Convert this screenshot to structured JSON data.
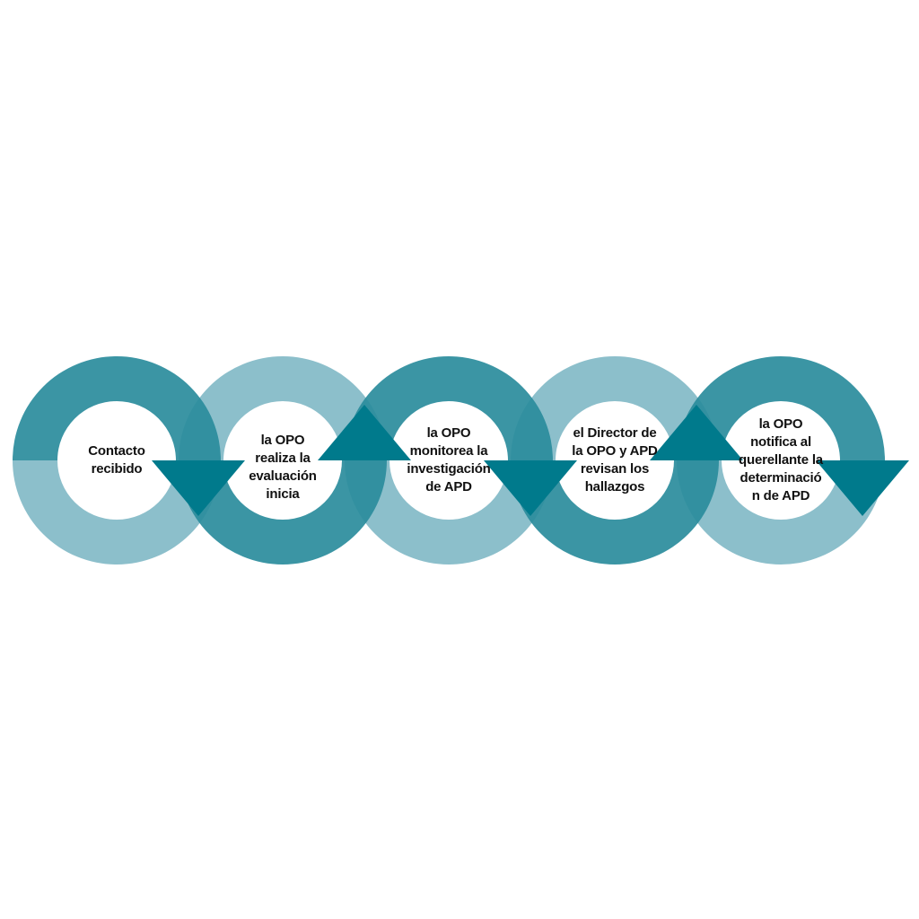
{
  "colors": {
    "dark": "#2a8c9c",
    "light": "#86bcc8",
    "arrow": "#007a8c",
    "background": "#ffffff",
    "text": "#111111"
  },
  "steps": [
    {
      "lines": [
        "Contacto",
        "recibido"
      ]
    },
    {
      "lines": [
        "la OPO",
        "realiza la",
        "evaluación",
        "inicia"
      ]
    },
    {
      "lines": [
        "la OPO",
        "monitorea la",
        "investigación",
        "de APD"
      ]
    },
    {
      "lines": [
        "el Director de",
        "la OPO y APD",
        "revisan los",
        "hallazgos"
      ]
    },
    {
      "lines": [
        "la OPO",
        "notifica al",
        "querellante la",
        "determinació",
        "n de APD"
      ]
    }
  ]
}
